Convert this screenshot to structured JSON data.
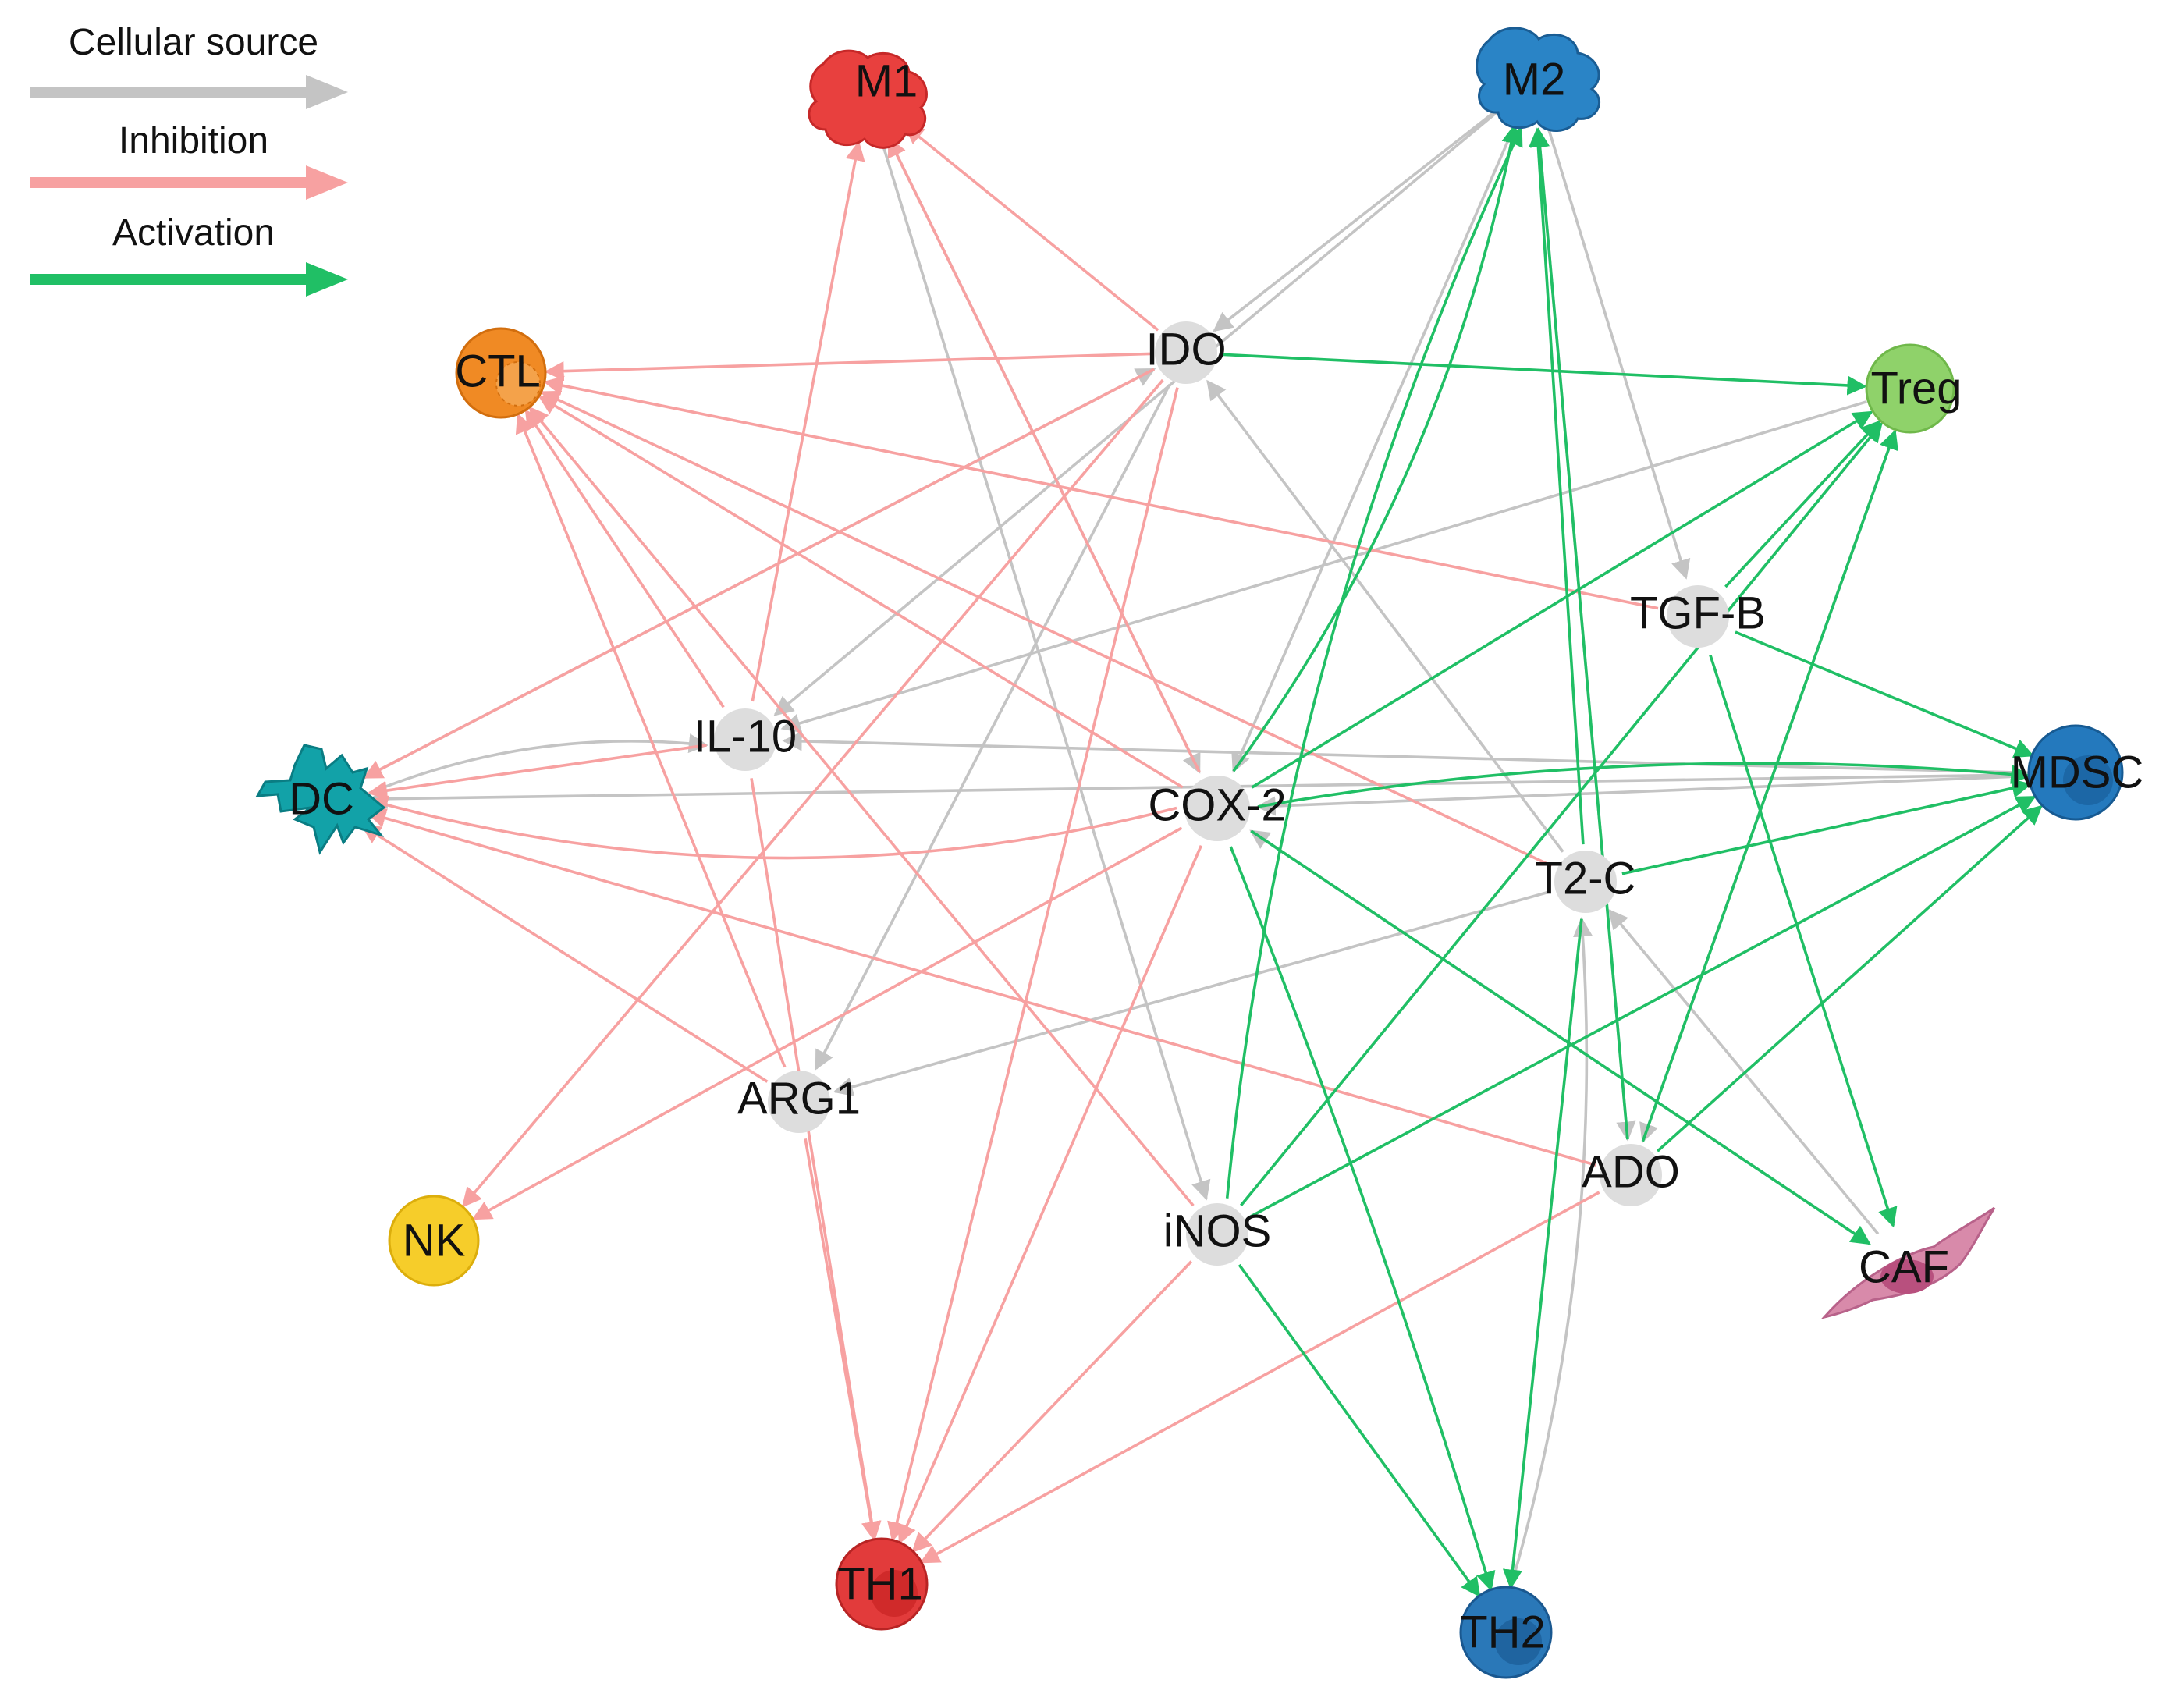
{
  "legend": {
    "items": [
      {
        "label": "Cellular source",
        "color": "#c4c4c4"
      },
      {
        "label": "Inhibition",
        "color": "#f7a1a1"
      },
      {
        "label": "Activation",
        "color": "#20bf65"
      }
    ]
  },
  "colors": {
    "source": "#c4c4c4",
    "inhibition": "#f7a1a1",
    "activation": "#20bf65",
    "mediator_node": "#dddddd"
  },
  "nodes": [
    {
      "id": "M1",
      "label": "M1",
      "kind": "cell",
      "color": "#e8403e"
    },
    {
      "id": "M2",
      "label": "M2",
      "kind": "cell",
      "color": "#2a84c6"
    },
    {
      "id": "CTL",
      "label": "CTL",
      "kind": "cell",
      "color": "#f08a24"
    },
    {
      "id": "Treg",
      "label": "Treg",
      "kind": "cell",
      "color": "#8fd26a"
    },
    {
      "id": "DC",
      "label": "DC",
      "kind": "cell",
      "color": "#12a2a8"
    },
    {
      "id": "MDSC",
      "label": "MDSC",
      "kind": "cell",
      "color": "#2479bd"
    },
    {
      "id": "NK",
      "label": "NK",
      "kind": "cell",
      "color": "#f6cd2a"
    },
    {
      "id": "CAF",
      "label": "CAF",
      "kind": "cell",
      "color": "#d88aaa"
    },
    {
      "id": "TH1",
      "label": "TH1",
      "kind": "cell",
      "color": "#e23b3b"
    },
    {
      "id": "TH2",
      "label": "TH2",
      "kind": "cell",
      "color": "#2a78b8"
    },
    {
      "id": "IDO",
      "label": "IDO",
      "kind": "mediator",
      "color": "#dddddd"
    },
    {
      "id": "TGFB",
      "label": "TGF-B",
      "kind": "mediator",
      "color": "#dddddd"
    },
    {
      "id": "IL10",
      "label": "IL-10",
      "kind": "mediator",
      "color": "#dddddd"
    },
    {
      "id": "COX2",
      "label": "COX-2",
      "kind": "mediator",
      "color": "#dddddd"
    },
    {
      "id": "T2C",
      "label": "T2-C",
      "kind": "mediator",
      "color": "#dddddd"
    },
    {
      "id": "ARG1",
      "label": "ARG1",
      "kind": "mediator",
      "color": "#dddddd"
    },
    {
      "id": "ADO",
      "label": "ADO",
      "kind": "mediator",
      "color": "#dddddd"
    },
    {
      "id": "iNOS",
      "label": "iNOS",
      "kind": "mediator",
      "color": "#dddddd"
    }
  ],
  "edges": [
    {
      "from": "M2",
      "to": "IDO",
      "type": "source"
    },
    {
      "from": "M2",
      "to": "IL10",
      "type": "source"
    },
    {
      "from": "M2",
      "to": "COX2",
      "type": "source"
    },
    {
      "from": "M2",
      "to": "TGFB",
      "type": "source"
    },
    {
      "from": "M2",
      "to": "ADO",
      "type": "source"
    },
    {
      "from": "M1",
      "to": "iNOS",
      "type": "source"
    },
    {
      "from": "M1",
      "to": "COX2",
      "type": "source"
    },
    {
      "from": "DC",
      "to": "IDO",
      "type": "source"
    },
    {
      "from": "DC",
      "to": "IL10",
      "type": "source"
    },
    {
      "from": "MDSC",
      "to": "IL10",
      "type": "source"
    },
    {
      "from": "MDSC",
      "to": "COX2",
      "type": "source"
    },
    {
      "from": "MDSC",
      "to": "DC",
      "type": "source"
    },
    {
      "from": "Treg",
      "to": "IL10",
      "type": "source"
    },
    {
      "from": "Treg",
      "to": "ADO",
      "type": "source"
    },
    {
      "from": "CAF",
      "to": "COX2",
      "type": "source"
    },
    {
      "from": "CAF",
      "to": "T2C",
      "type": "source"
    },
    {
      "from": "T2C",
      "to": "IDO",
      "type": "source"
    },
    {
      "from": "T2C",
      "to": "ARG1",
      "type": "source"
    },
    {
      "from": "TH2",
      "to": "T2C",
      "type": "source"
    },
    {
      "from": "IDO",
      "to": "ARG1",
      "type": "source"
    },
    {
      "from": "IDO",
      "to": "CTL",
      "type": "inhibition"
    },
    {
      "from": "IDO",
      "to": "DC",
      "type": "inhibition"
    },
    {
      "from": "IDO",
      "to": "M1",
      "type": "inhibition"
    },
    {
      "from": "IDO",
      "to": "NK",
      "type": "inhibition"
    },
    {
      "from": "IDO",
      "to": "TH1",
      "type": "inhibition"
    },
    {
      "from": "TGFB",
      "to": "CTL",
      "type": "inhibition"
    },
    {
      "from": "IL10",
      "to": "CTL",
      "type": "inhibition"
    },
    {
      "from": "IL10",
      "to": "M1",
      "type": "inhibition"
    },
    {
      "from": "IL10",
      "to": "DC",
      "type": "inhibition"
    },
    {
      "from": "IL10",
      "to": "TH1",
      "type": "inhibition"
    },
    {
      "from": "COX2",
      "to": "CTL",
      "type": "inhibition"
    },
    {
      "from": "COX2",
      "to": "DC",
      "type": "inhibition"
    },
    {
      "from": "COX2",
      "to": "NK",
      "type": "inhibition"
    },
    {
      "from": "COX2",
      "to": "TH1",
      "type": "inhibition"
    },
    {
      "from": "COX2",
      "to": "M1",
      "type": "inhibition"
    },
    {
      "from": "T2C",
      "to": "CTL",
      "type": "inhibition"
    },
    {
      "from": "ARG1",
      "to": "CTL",
      "type": "inhibition"
    },
    {
      "from": "ARG1",
      "to": "DC",
      "type": "inhibition"
    },
    {
      "from": "ARG1",
      "to": "TH1",
      "type": "inhibition"
    },
    {
      "from": "iNOS",
      "to": "CTL",
      "type": "inhibition"
    },
    {
      "from": "iNOS",
      "to": "TH1",
      "type": "inhibition"
    },
    {
      "from": "ADO",
      "to": "DC",
      "type": "inhibition"
    },
    {
      "from": "ADO",
      "to": "TH1",
      "type": "inhibition"
    },
    {
      "from": "IDO",
      "to": "Treg",
      "type": "activation"
    },
    {
      "from": "TGFB",
      "to": "Treg",
      "type": "activation"
    },
    {
      "from": "TGFB",
      "to": "MDSC",
      "type": "activation"
    },
    {
      "from": "TGFB",
      "to": "CAF",
      "type": "activation"
    },
    {
      "from": "COX2",
      "to": "M2",
      "type": "activation"
    },
    {
      "from": "COX2",
      "to": "Treg",
      "type": "activation"
    },
    {
      "from": "COX2",
      "to": "MDSC",
      "type": "activation"
    },
    {
      "from": "COX2",
      "to": "CAF",
      "type": "activation"
    },
    {
      "from": "COX2",
      "to": "TH2",
      "type": "activation"
    },
    {
      "from": "T2C",
      "to": "M2",
      "type": "activation"
    },
    {
      "from": "T2C",
      "to": "MDSC",
      "type": "activation"
    },
    {
      "from": "T2C",
      "to": "TH2",
      "type": "activation"
    },
    {
      "from": "iNOS",
      "to": "M2",
      "type": "activation"
    },
    {
      "from": "iNOS",
      "to": "Treg",
      "type": "activation"
    },
    {
      "from": "iNOS",
      "to": "MDSC",
      "type": "activation"
    },
    {
      "from": "iNOS",
      "to": "TH2",
      "type": "activation"
    },
    {
      "from": "ADO",
      "to": "M2",
      "type": "activation"
    },
    {
      "from": "ADO",
      "to": "Treg",
      "type": "activation"
    },
    {
      "from": "ADO",
      "to": "MDSC",
      "type": "activation"
    }
  ]
}
